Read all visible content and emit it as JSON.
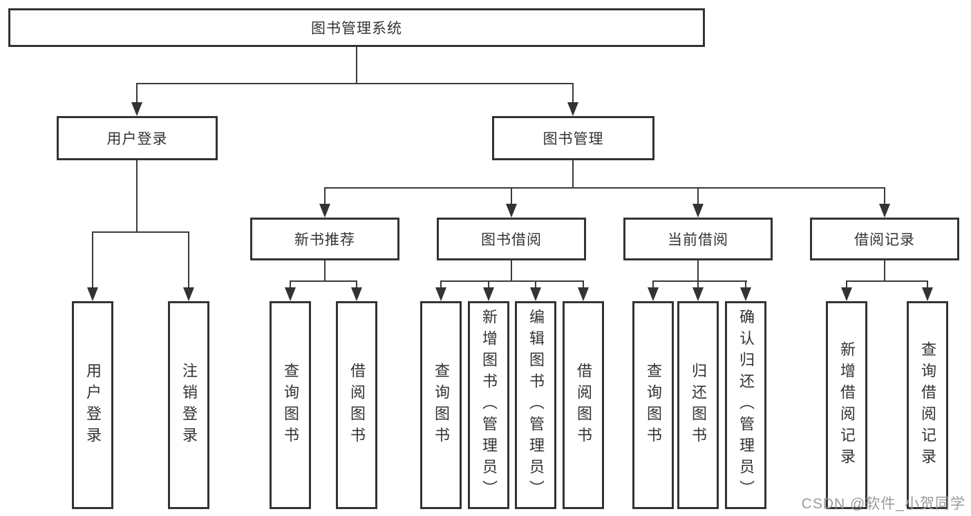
{
  "tree": {
    "root": {
      "label": "图书管理系统"
    },
    "branches": {
      "user_login": {
        "label": "用户登录",
        "children": {
          "login": "用户登录",
          "logout": "注销登录"
        }
      },
      "book_mgmt": {
        "label": "图书管理",
        "children": {
          "new_books": {
            "label": "新书推荐",
            "children": {
              "query": "查询图书",
              "borrow": "借阅图书"
            }
          },
          "book_borrow": {
            "label": "图书借阅",
            "children": {
              "query": "查询图书",
              "add": "新增图书（管理员）",
              "edit": "编辑图书（管理员）",
              "borrow": "借阅图书"
            }
          },
          "current_borrow": {
            "label": "当前借阅",
            "children": {
              "query": "查询图书",
              "return": "归还图书",
              "confirm": "确认归还（管理员）"
            }
          },
          "borrow_records": {
            "label": "借阅记录",
            "children": {
              "add": "新增借阅记录",
              "query": "查询借阅记录"
            }
          }
        }
      }
    }
  },
  "watermark": {
    "text": "CSDN @软件_小贺同学",
    "color": "#9a9a9a"
  },
  "colors": {
    "background": "#ffffff",
    "box_border": "#333333",
    "line": "#3a3a3a",
    "text": "#333333"
  }
}
